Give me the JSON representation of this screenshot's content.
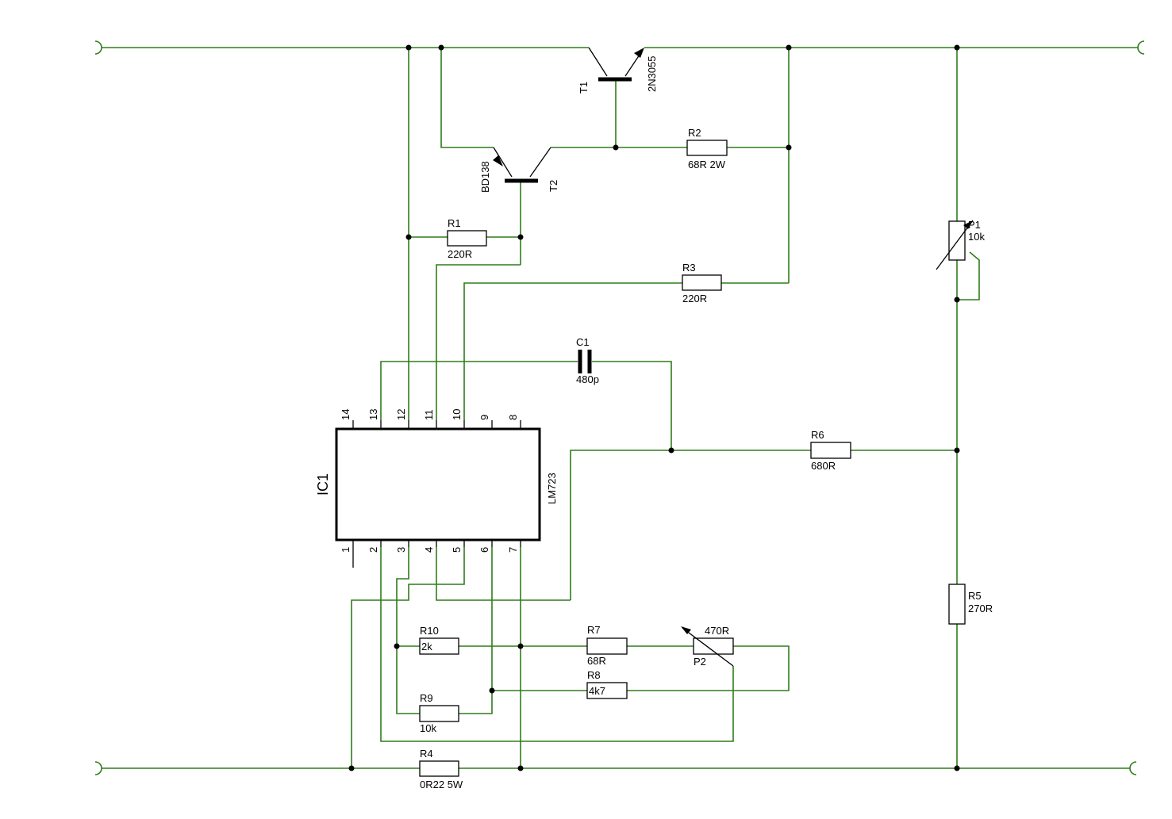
{
  "ic": {
    "ref": "IC1",
    "type": "LM723",
    "top_pins": [
      "14",
      "13",
      "12",
      "11",
      "10",
      "9",
      "8"
    ],
    "bottom_pins": [
      "1",
      "2",
      "3",
      "4",
      "5",
      "6",
      "7"
    ]
  },
  "transistors": {
    "t1": {
      "ref": "T1",
      "value": "2N3055"
    },
    "t2": {
      "ref": "T2",
      "value": "BD138"
    }
  },
  "resistors": {
    "r1": {
      "ref": "R1",
      "value": "220R"
    },
    "r2": {
      "ref": "R2",
      "value": "68R 2W"
    },
    "r3": {
      "ref": "R3",
      "value": "220R"
    },
    "r4": {
      "ref": "R4",
      "value": "0R22 5W"
    },
    "r5": {
      "ref": "R5",
      "value": "270R"
    },
    "r6": {
      "ref": "R6",
      "value": "680R"
    },
    "r7": {
      "ref": "R7",
      "value": "68R"
    },
    "r8": {
      "ref": "R8",
      "value": "4k7"
    },
    "r9": {
      "ref": "R9",
      "value": "10k"
    },
    "r10": {
      "ref": "R10",
      "value": "2k"
    }
  },
  "pots": {
    "p1": {
      "ref": "P1",
      "value": "10k"
    },
    "p2": {
      "ref": "P2",
      "value": "470R"
    }
  },
  "capacitors": {
    "c1": {
      "ref": "C1",
      "value": "480p"
    }
  }
}
